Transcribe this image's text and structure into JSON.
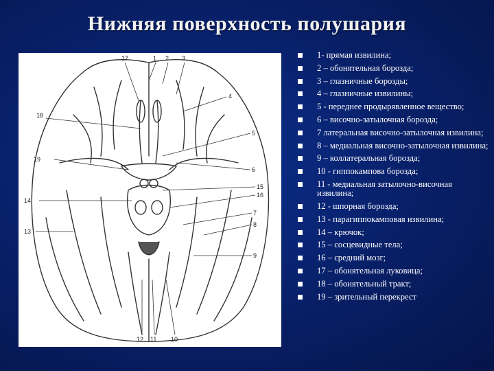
{
  "title": "Нижняя поверхность полушария",
  "legend": [
    "1- прямая извилина;",
    "2 – обонятельная борозда;",
    "3 – глазничные борозды;",
    "4 – глазничные извилины;",
    "5 - переднее продырявленное вещество;",
    "6 – височно-затылочная борозда;",
    "7 латеральная височно-затылочная извилина;",
    "8 – медиальная височно-затылочная извилина;",
    " 9 – коллатеральная борозда;",
    "10 - гиппокампова борозда;",
    "11 - медиальная затылочно-височная извилина;",
    "12 - шпорная борозда;",
    "13 - парагиппокамповая извилина;",
    "14 – крючок;",
    "15 – сосцевидные тела;",
    "16 – средний мозг;",
    "17 – обонятельная луковица;",
    "18 – обонятельный тракт;",
    "19 – зрительный перекрест"
  ],
  "figure_labels": {
    "n17": "17",
    "n1": "1",
    "n2": "2",
    "n3": "3",
    "n4": "4",
    "n18": "18",
    "n5": "5",
    "n19": "19",
    "n6": "6",
    "n15": "15",
    "n14": "14",
    "n16": "16",
    "n7": "7",
    "n8": "8",
    "n13": "13",
    "n9": "9",
    "n12": "12",
    "n11": "11",
    "n10": "10"
  }
}
